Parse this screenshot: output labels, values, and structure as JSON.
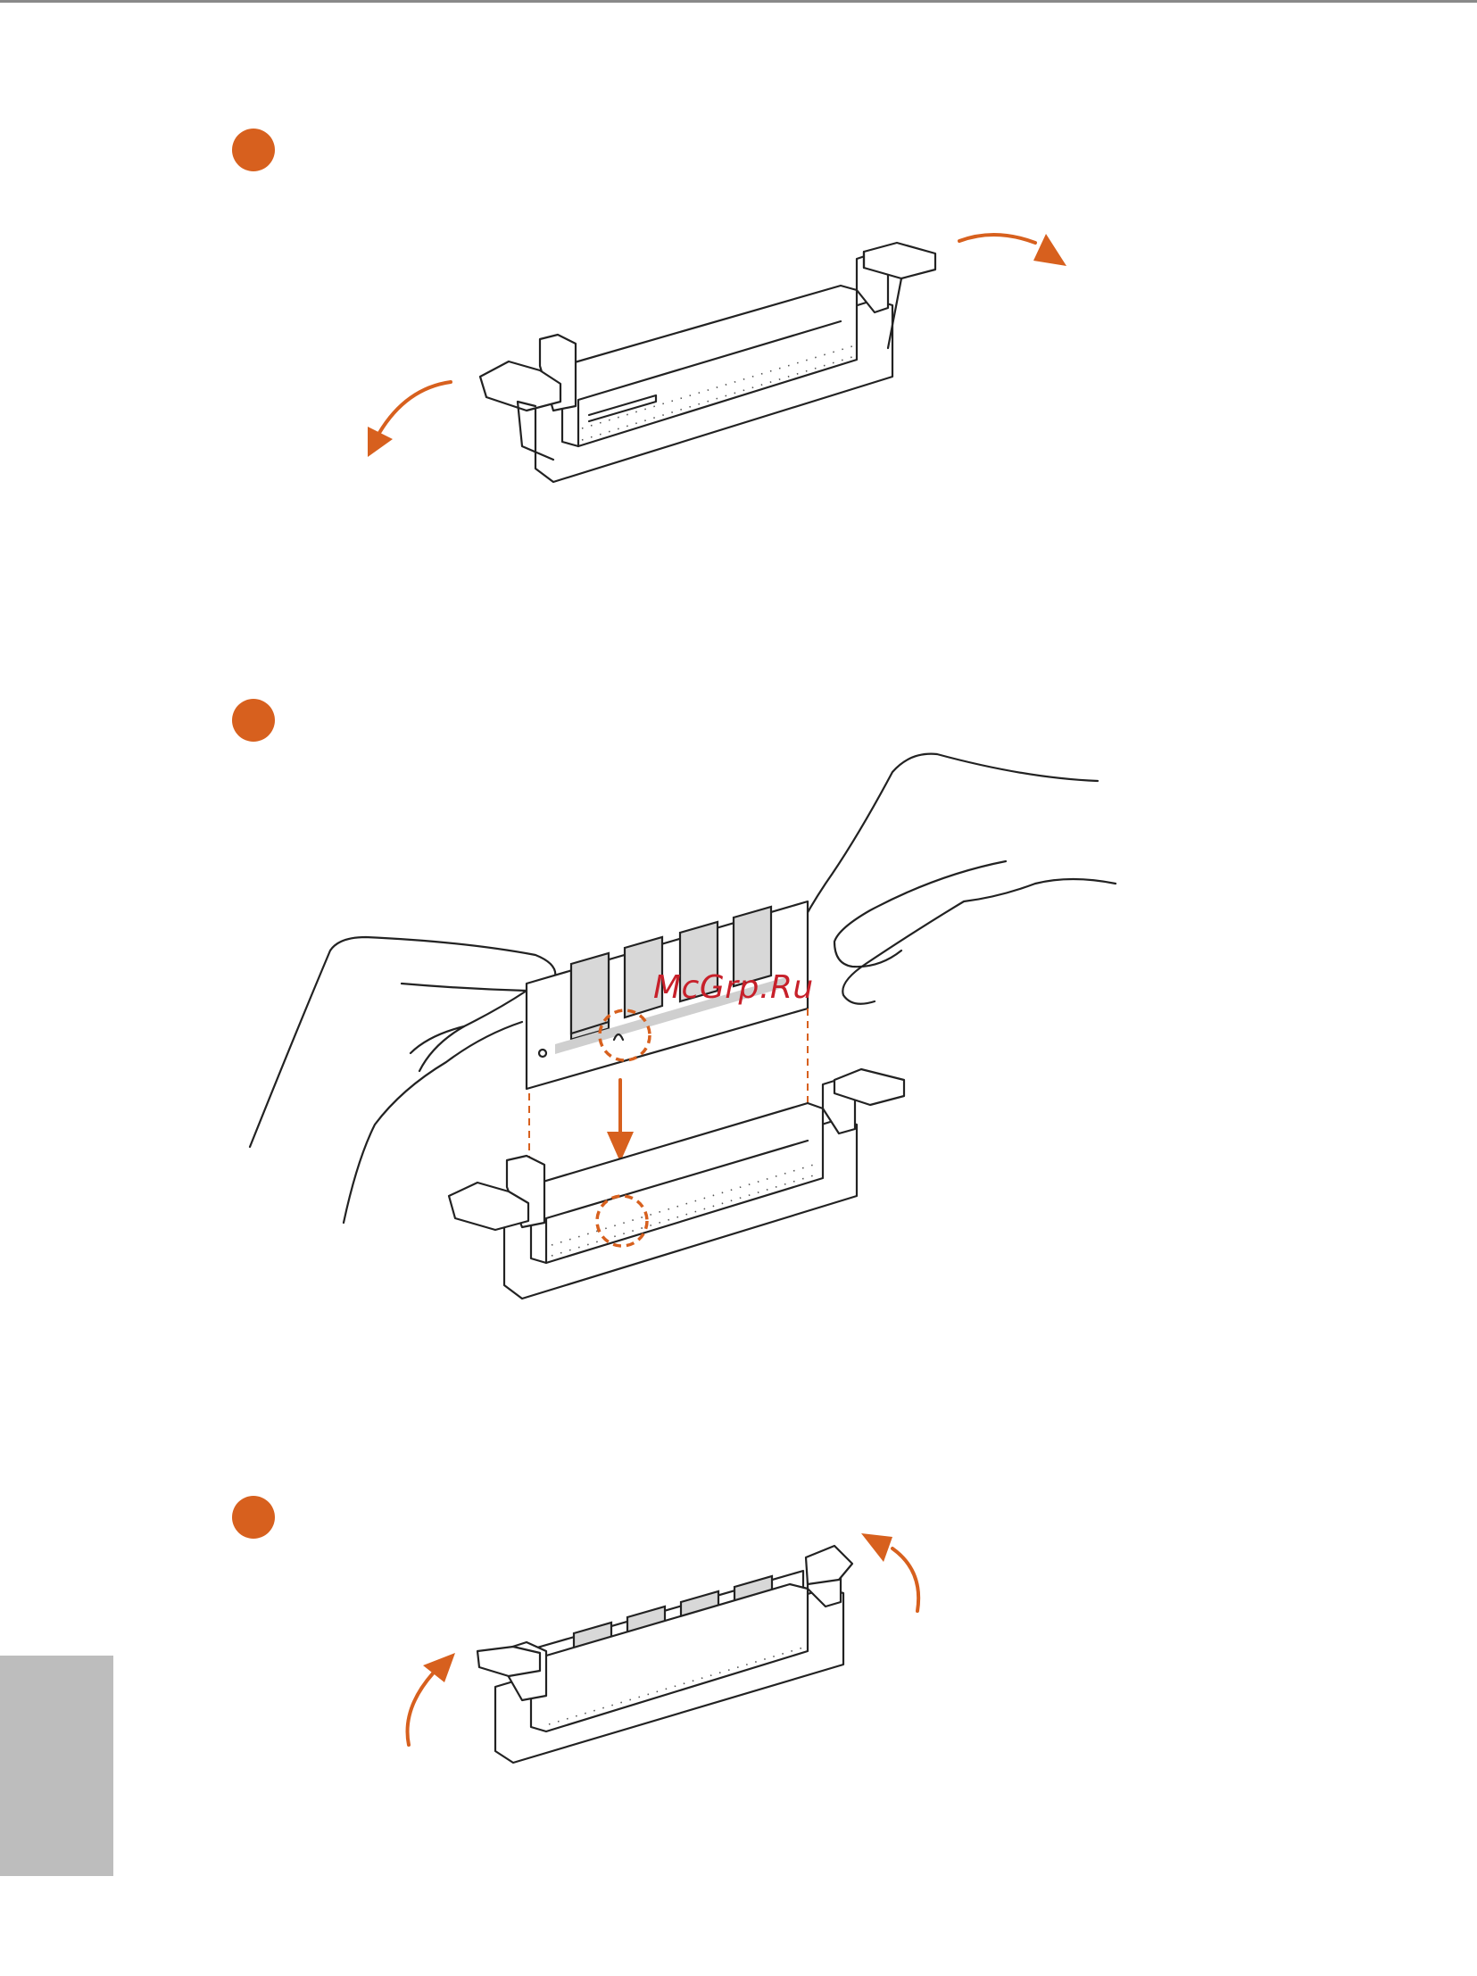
{
  "colors": {
    "accent": "#d7601e",
    "side_tab": "#bdbdbd",
    "top_rule": "#8a8a8a",
    "watermark": "#c7202a"
  },
  "watermark": {
    "text": "McGrp.Ru"
  },
  "steps": [
    {
      "id": 1,
      "bullet": "orange-circle",
      "figure": "dimm-slot-open-clips"
    },
    {
      "id": 2,
      "bullet": "orange-circle",
      "figure": "dimm-insert-module-align-notch"
    },
    {
      "id": 3,
      "bullet": "orange-circle",
      "figure": "dimm-seated-clips-closed"
    }
  ]
}
